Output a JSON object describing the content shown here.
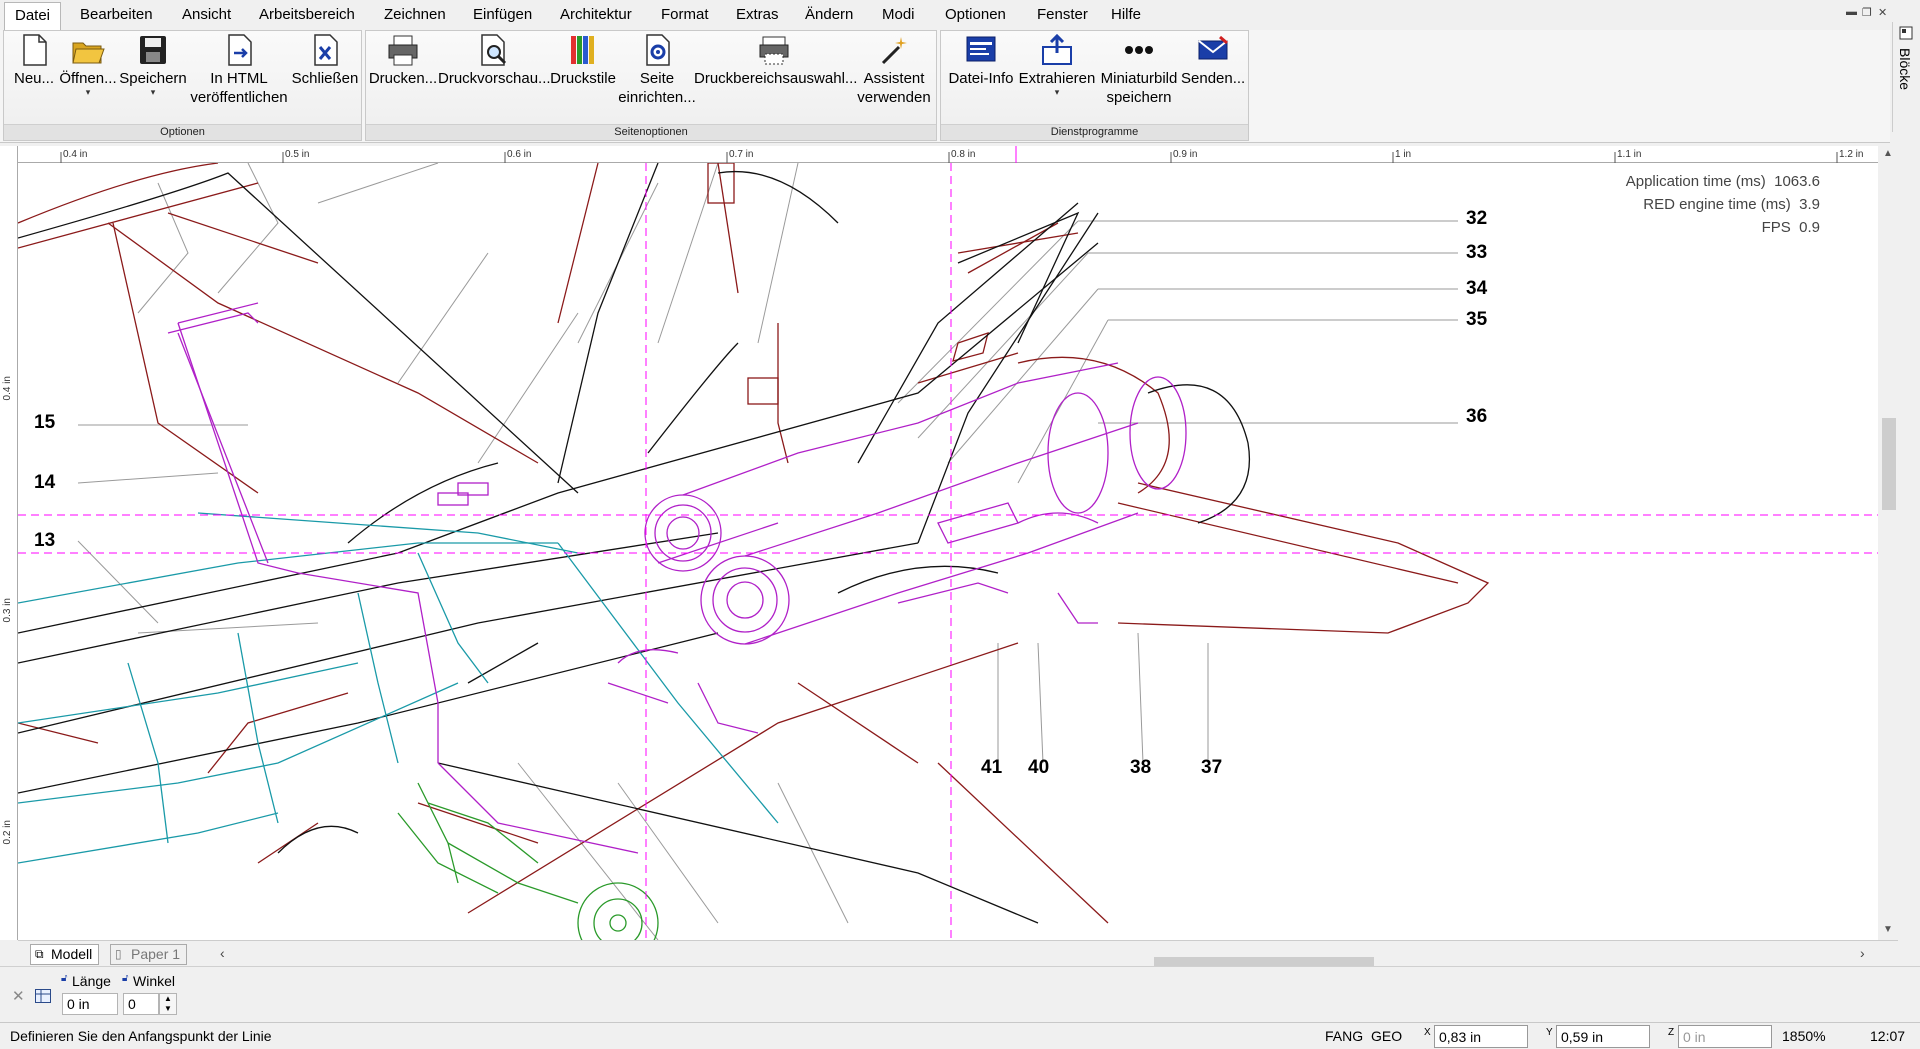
{
  "menu": {
    "items": [
      "Datei",
      "Bearbeiten",
      "Ansicht",
      "Arbeitsbereich",
      "Zeichnen",
      "Einfügen",
      "Architektur",
      "Format",
      "Extras",
      "Ändern",
      "Modi",
      "Optionen",
      "Fenster",
      "Hilfe"
    ],
    "active": "Datei"
  },
  "ribbon": {
    "groups": [
      {
        "label": "Optionen",
        "buttons": [
          "Neu...",
          "Öffnen...",
          "Speichern",
          "In HTML veröffentlichen",
          "Schließen"
        ]
      },
      {
        "label": "Seitenoptionen",
        "buttons": [
          "Drucken...",
          "Druckvorschau...",
          "Druckstile",
          "Seite einrichten...",
          "Druckbereichsauswahl...",
          "Assistent verwenden"
        ]
      },
      {
        "label": "Dienstprogramme",
        "buttons": [
          "Datei-Info",
          "Extrahieren",
          "Miniaturbild speichern",
          "Senden..."
        ]
      }
    ]
  },
  "right_panel": {
    "label": "Blöcke"
  },
  "ruler": {
    "horizontal": [
      "0.4 in",
      "0.5 in",
      "0.6 in",
      "0.7 in",
      "0.8 in",
      "0.9 in",
      "1 in",
      "1.1 in",
      "1.2 in"
    ],
    "vertical": [
      "0.4 in",
      "0.3 in",
      "0.2 in"
    ]
  },
  "drawing": {
    "callouts": [
      "32",
      "33",
      "34",
      "35",
      "36",
      "15",
      "14",
      "13",
      "41",
      "40",
      "38",
      "37"
    ],
    "performance": {
      "app_time_label": "Application time (ms)",
      "app_time_value": "1063.6",
      "red_time_label": "RED engine time (ms)",
      "red_time_value": "3.9",
      "fps_label": "FPS",
      "fps_value": "0.9"
    },
    "colors": {
      "red": "#8b1a1a",
      "magenta": "#b020c8",
      "cyan": "#1a9aa8",
      "green": "#2a9a2a",
      "gray": "#9a9a9a",
      "guide": "#ff00ff"
    }
  },
  "layout_tabs": {
    "model": "Modell",
    "paper": "Paper 1"
  },
  "input_bar": {
    "length_label": "Länge",
    "length_value": "0 in",
    "angle_label": "Winkel",
    "angle_value": "0"
  },
  "status": {
    "prompt": "Definieren Sie den Anfangspunkt der Linie",
    "fang": "FANG",
    "geo": "GEO",
    "x_value": "0,83 in",
    "y_value": "0,59 in",
    "z_value": "0 in",
    "zoom": "1850%",
    "time": "12:07"
  }
}
